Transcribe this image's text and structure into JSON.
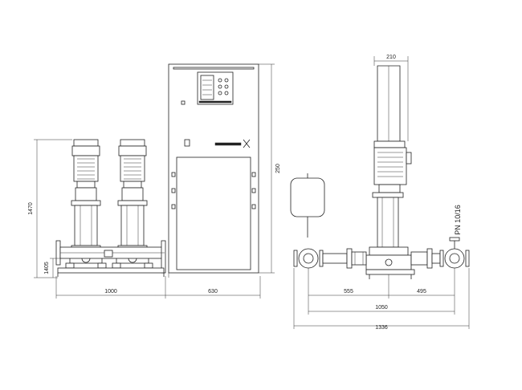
{
  "dimensions": {
    "front_height_total": "1470",
    "front_height_inlet": "1405",
    "front_width_pumps": "1000",
    "front_width_cabinet": "630",
    "cabinet_height": "250",
    "side_top_width": "210",
    "side_inlet": "555",
    "side_outlet": "495",
    "side_span": "1050",
    "side_total": "1336"
  },
  "labels": {
    "pressure_rating": "PN 10/16"
  },
  "colors": {
    "line": "#222222",
    "background": "#ffffff"
  }
}
